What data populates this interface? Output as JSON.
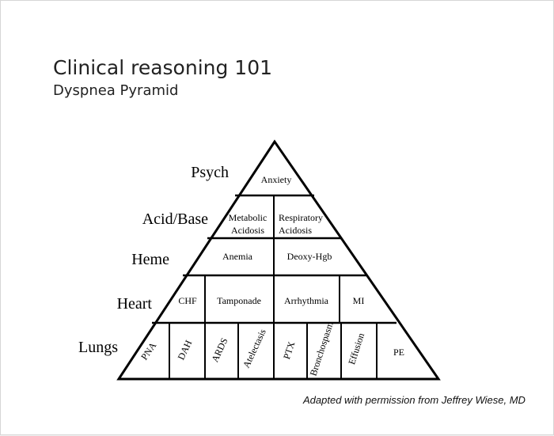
{
  "slide": {
    "title": "Clinical reasoning 101",
    "subtitle": "Dyspnea Pyramid",
    "credit": "Adapted with permission from Jeffrey Wiese, MD"
  },
  "pyramid": {
    "levels": {
      "psych": "Psych",
      "acid_base": "Acid/Base",
      "heme": "Heme",
      "heart": "Heart",
      "lungs": "Lungs"
    },
    "psych": {
      "anxiety": "Anxiety"
    },
    "acid_base": {
      "metabolic": [
        "Metabolic",
        "Acidosis"
      ],
      "respiratory": [
        "Respiratory",
        "Acidosis"
      ]
    },
    "heme": {
      "anemia": "Anemia",
      "deoxy": "Deoxy-Hgb"
    },
    "heart": {
      "chf": "CHF",
      "tamponade": "Tamponade",
      "arrhythmia": "Arrhythmia",
      "mi": "MI"
    },
    "lungs": {
      "pna": "PNA",
      "dah": "DAH",
      "ards": "ARDS",
      "atelectasis": "Atelectasis",
      "ptx": "PTX",
      "bronchospasm": "Bronchospasm",
      "effusion": "Effusion",
      "pe": "PE"
    }
  }
}
